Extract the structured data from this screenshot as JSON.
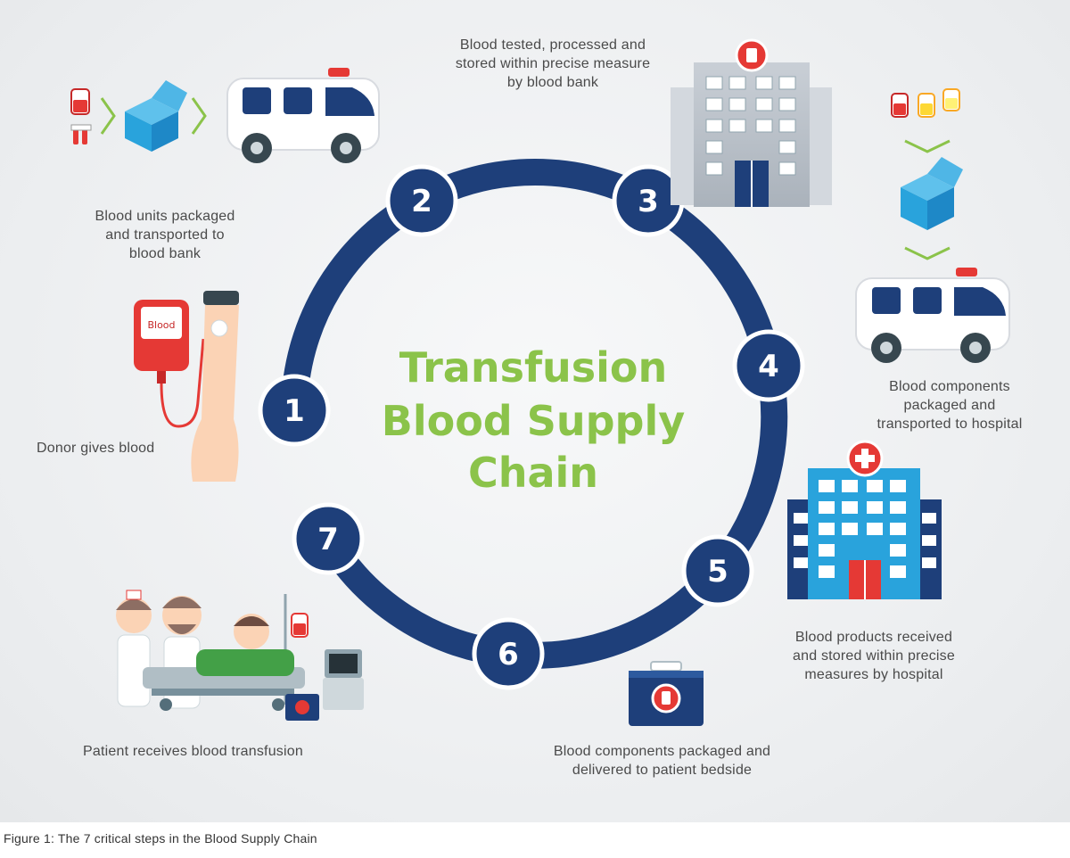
{
  "diagram": {
    "title_lines": [
      "Transfusion",
      "Blood Supply",
      "Chain"
    ],
    "steps": [
      {
        "number": "1",
        "caption_lines": [
          "Donor gives blood"
        ]
      },
      {
        "number": "2",
        "caption_lines": [
          "Blood units packaged",
          "and transported to",
          "blood bank"
        ]
      },
      {
        "number": "3",
        "caption_lines": [
          "Blood tested, processed and",
          "stored within precise measure",
          "by blood bank"
        ]
      },
      {
        "number": "4",
        "caption_lines": [
          "Blood components",
          "packaged and",
          "transported to hospital"
        ]
      },
      {
        "number": "5",
        "caption_lines": [
          "Blood products received",
          "and stored within precise",
          "measures by hospital"
        ]
      },
      {
        "number": "6",
        "caption_lines": [
          "Blood components packaged and",
          "delivered to patient bedside"
        ]
      },
      {
        "number": "7",
        "caption_lines": [
          "Patient receives blood transfusion"
        ]
      }
    ],
    "blood_bag_label": "Blood"
  },
  "figure_caption": "Figure 1: The 7 critical steps in the Blood Supply Chain",
  "colors": {
    "ring": "#1e3f7a",
    "title": "#8bc34a",
    "accent_red": "#e53935",
    "box_blue": "#29a3dc",
    "chevron_green": "#8bc34a"
  },
  "icons": [
    "blood-bag-icon",
    "box-icon",
    "ambulance-icon",
    "blood-bank-building-icon",
    "hospital-icon",
    "cooler-box-icon",
    "arm-icon",
    "patient-bed-icon"
  ]
}
